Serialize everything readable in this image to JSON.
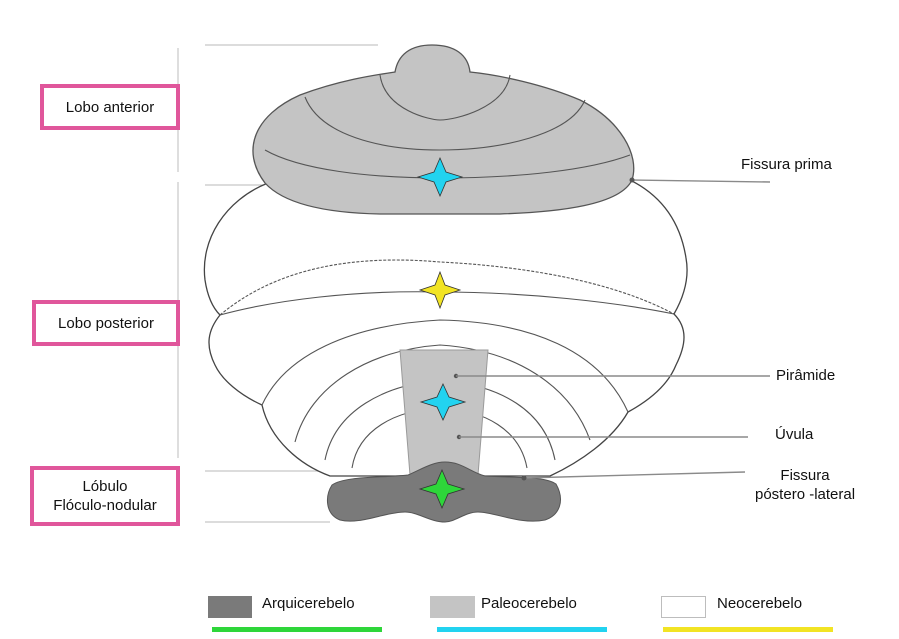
{
  "lobes": {
    "anterior": "Lobo anterior",
    "posterior": "Lobo posterior",
    "flocculonodular_line1": "Lóbulo",
    "flocculonodular_line2": "Flóculo-nodular"
  },
  "structures": {
    "fissura_prima": "Fissura prima",
    "piramide": "Pirâmide",
    "uvula": "Úvula",
    "fissura_postero_lateral_line1": "Fissura",
    "fissura_postero_lateral_line2": "póstero -lateral"
  },
  "legend": [
    {
      "label": "Arquicerebelo",
      "swatch_color": "#7a7a7a",
      "line_color": "#2ed63a"
    },
    {
      "label": "Paleocerebelo",
      "swatch_color": "#c4c4c4",
      "line_color": "#22d3f0"
    },
    {
      "label": "Neocerebelo",
      "swatch_color": "#ffffff",
      "line_color": "#f2e424"
    }
  ],
  "colors": {
    "anterior_fill": "#c4c4c4",
    "paleo_fill": "#c4c4c4",
    "archi_fill": "#7a7a7a",
    "box_border": "#e0569b",
    "star_cyan": "#22d3f0",
    "star_yellow": "#f2e424",
    "star_green": "#2ed63a"
  },
  "icons": [
    "star-cyan-icon",
    "star-yellow-icon",
    "star-green-icon"
  ]
}
